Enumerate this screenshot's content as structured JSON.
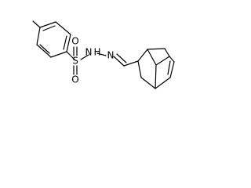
{
  "molecule": {
    "atoms": {
      "s": "S",
      "o_top": "O",
      "o_bottom": "O",
      "n_sulfonyl": "N",
      "h_nh": "H",
      "n_imine": "N"
    }
  }
}
